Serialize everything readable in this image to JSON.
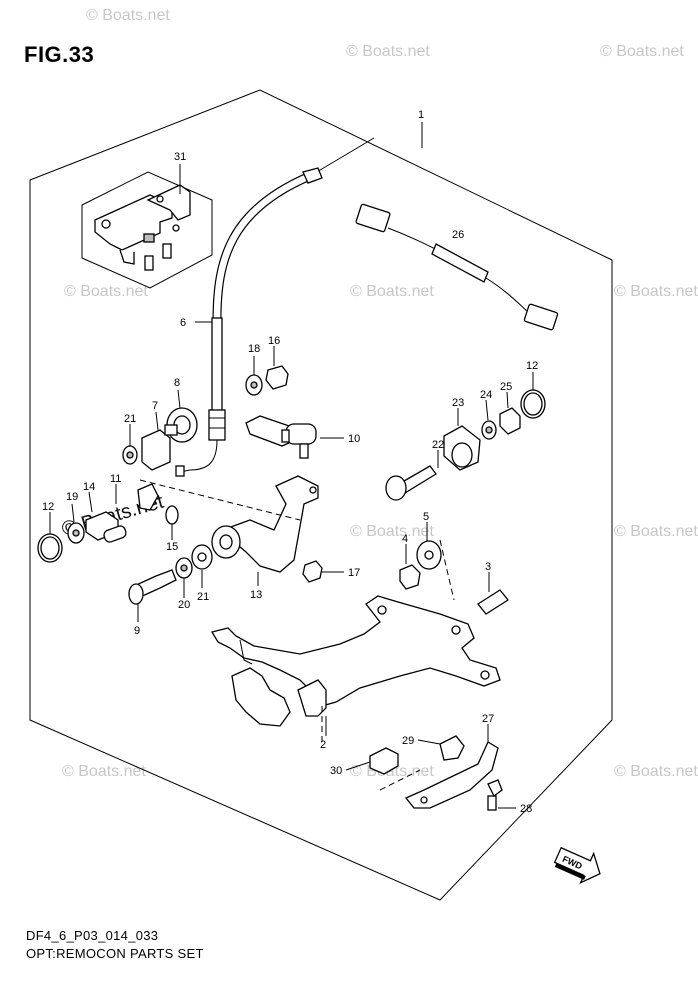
{
  "figure": {
    "title": "FIG.33",
    "code": "DF4_6_P03_014_033",
    "name": "OPT:REMOCON PARTS SET",
    "fwd_label": "FWD"
  },
  "watermark": "© Boats.net",
  "callouts": [
    {
      "id": "c1",
      "label": "1"
    },
    {
      "id": "c2",
      "label": "2"
    },
    {
      "id": "c3",
      "label": "3"
    },
    {
      "id": "c4",
      "label": "4"
    },
    {
      "id": "c5",
      "label": "5"
    },
    {
      "id": "c6",
      "label": "6"
    },
    {
      "id": "c7",
      "label": "7"
    },
    {
      "id": "c8",
      "label": "8"
    },
    {
      "id": "c9",
      "label": "9"
    },
    {
      "id": "c10",
      "label": "10"
    },
    {
      "id": "c11",
      "label": "11"
    },
    {
      "id": "c12a",
      "label": "12"
    },
    {
      "id": "c12b",
      "label": "12"
    },
    {
      "id": "c13",
      "label": "13"
    },
    {
      "id": "c14",
      "label": "14"
    },
    {
      "id": "c15",
      "label": "15"
    },
    {
      "id": "c16",
      "label": "16"
    },
    {
      "id": "c17",
      "label": "17"
    },
    {
      "id": "c18",
      "label": "18"
    },
    {
      "id": "c19",
      "label": "19"
    },
    {
      "id": "c20",
      "label": "20"
    },
    {
      "id": "c21a",
      "label": "21"
    },
    {
      "id": "c21b",
      "label": "21"
    },
    {
      "id": "c22",
      "label": "22"
    },
    {
      "id": "c23",
      "label": "23"
    },
    {
      "id": "c24",
      "label": "24"
    },
    {
      "id": "c25",
      "label": "25"
    },
    {
      "id": "c26",
      "label": "26"
    },
    {
      "id": "c27",
      "label": "27"
    },
    {
      "id": "c28",
      "label": "28"
    },
    {
      "id": "c29",
      "label": "29"
    },
    {
      "id": "c30",
      "label": "30"
    },
    {
      "id": "c31",
      "label": "31"
    }
  ]
}
